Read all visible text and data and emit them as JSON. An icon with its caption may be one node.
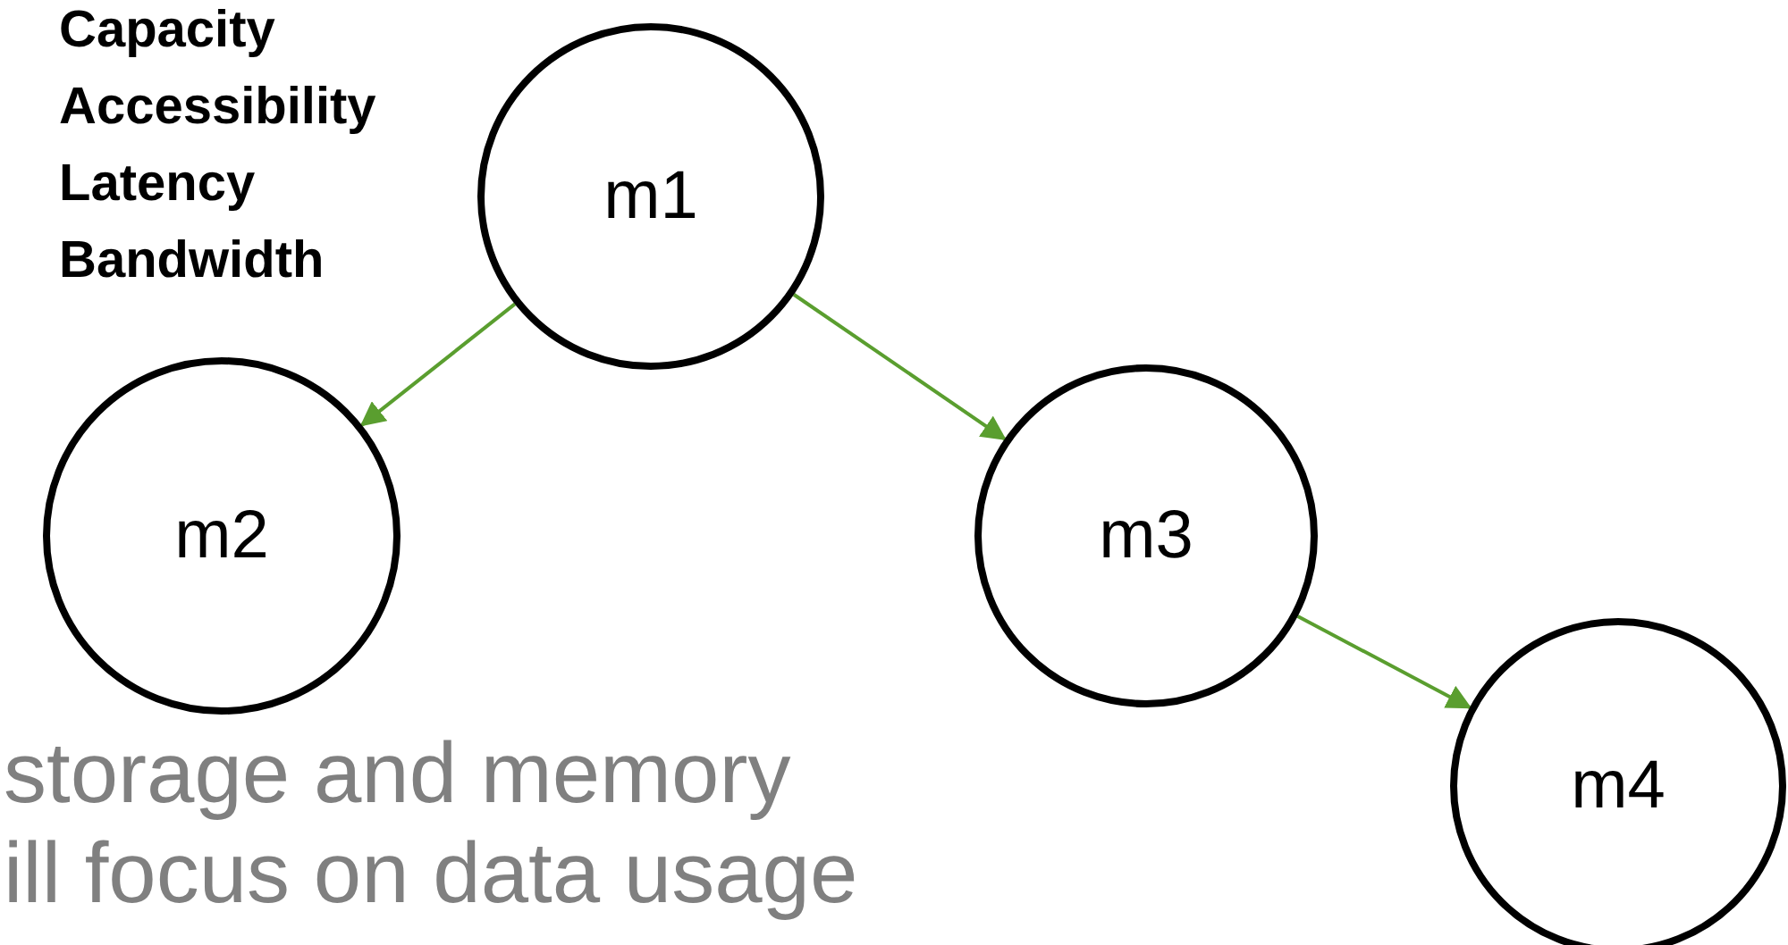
{
  "diagram": {
    "nodes": [
      {
        "text": [
          "m1"
        ],
        "beside": [
          "Capacity",
          "Accessibility",
          "Latency",
          "Bandwidth"
        ]
      },
      {
        "text": [
          "m2"
        ]
      },
      {
        "text": [
          "m3"
        ]
      },
      {
        "text": [
          "m4"
        ]
      }
    ],
    "edges": [
      {
        "from": 0,
        "to": 1,
        "arrow": "to"
      },
      {
        "from": 0,
        "to": 2,
        "arrow": "to"
      },
      {
        "from": 2,
        "to": 3,
        "arrow": "to"
      }
    ],
    "labels": [
      "storage and memory",
      "ill focus on data usage"
    ]
  }
}
